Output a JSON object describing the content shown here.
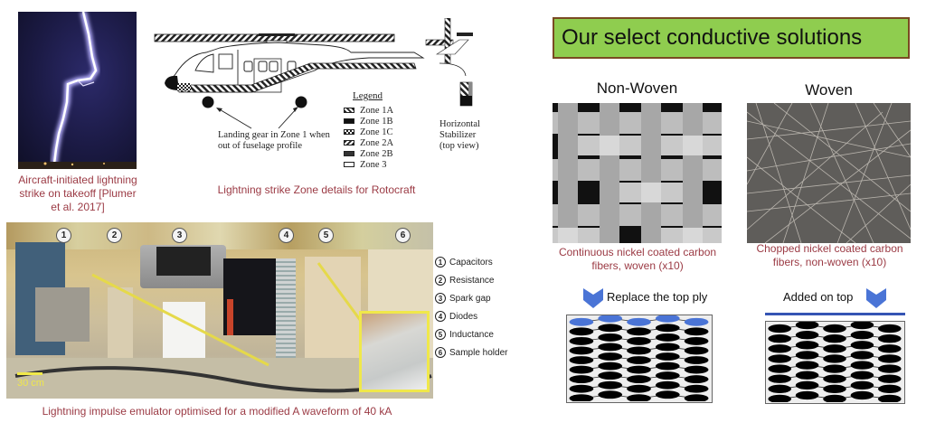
{
  "left_top": {
    "lightning_photo": {
      "alt": "Aircraft-initiated lightning strike photo",
      "caption_lines": [
        "Aircraft-initiated lightning",
        "strike on takeoff [Plumer",
        "et al. 2017]"
      ]
    },
    "helicopter_diagram": {
      "legend_title": "Legend",
      "legend": [
        {
          "label": "Zone 1A",
          "pattern": "light-hatch"
        },
        {
          "label": "Zone 1B",
          "pattern": "solid-black"
        },
        {
          "label": "Zone 1C",
          "pattern": "checker"
        },
        {
          "label": "Zone 2A",
          "pattern": "heavy-hatch"
        },
        {
          "label": "Zone 2B",
          "pattern": "dark-gray"
        },
        {
          "label": "Zone 3",
          "pattern": "empty"
        }
      ],
      "landing_gear_note": [
        "Landing gear in Zone 1 when",
        "out of fuselage profile"
      ],
      "stabilizer_note": [
        "Horizontal",
        "Stabilizer",
        "(top view)"
      ],
      "caption": "Lightning strike Zone details for Rotocraft"
    }
  },
  "left_bottom": {
    "emulator_photo": {
      "markers": [
        "1",
        "2",
        "3",
        "4",
        "5",
        "6"
      ],
      "scale_bar": "30 cm"
    },
    "components": [
      {
        "num": "1",
        "label": "Capacitors"
      },
      {
        "num": "2",
        "label": "Resistance"
      },
      {
        "num": "3",
        "label": "Spark gap"
      },
      {
        "num": "4",
        "label": "Diodes"
      },
      {
        "num": "5",
        "label": "Inductance"
      },
      {
        "num": "6",
        "label": "Sample holder"
      }
    ],
    "caption": "Lightning impulse emulator optimised for a modified A waveform of 40 kA"
  },
  "right": {
    "title": "Our select conductive solutions",
    "colors": {
      "title_bg": "#8fcd4f",
      "title_border": "#7a4a22",
      "caption": "#9b3a44",
      "accent_blue": "#4a74d6"
    },
    "left_column": {
      "heading": "Non-Woven",
      "caption_lines": [
        "Continuous nickel coated carbon",
        "fibers, woven (x10)"
      ],
      "action": "Replace the top ply"
    },
    "right_column": {
      "heading": "Woven",
      "caption_lines": [
        "Chopped nickel coated carbon",
        "fibers, non-woven (x10)"
      ],
      "action": "Added on top"
    }
  }
}
